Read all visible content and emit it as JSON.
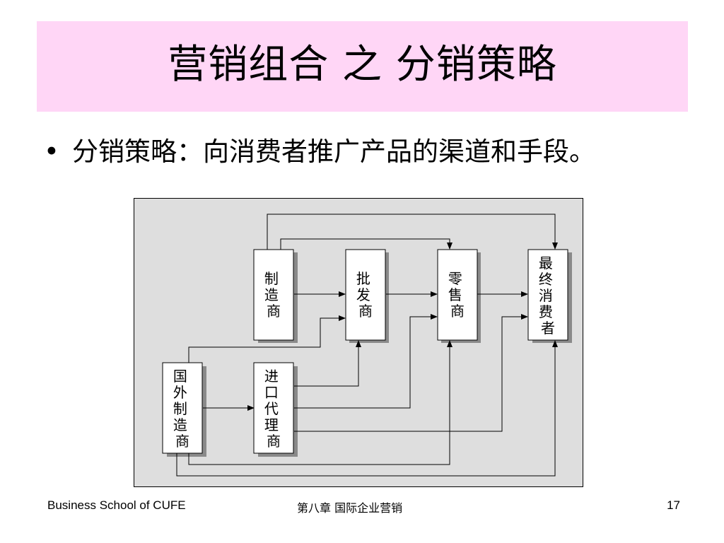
{
  "slide": {
    "title": "营销组合 之 分销策略",
    "bullet_text": "分销策略：向消费者推广产品的渠道和手段。"
  },
  "diagram": {
    "nodes": {
      "manufacturer": "制造商",
      "wholesaler": "批发商",
      "retailer": "零售商",
      "consumer": "最终消费者",
      "foreign_manufacturer": "国外制造商",
      "import_agent": "进口代理商"
    }
  },
  "footer": {
    "left": "Business School of CUFE",
    "center": "第八章 国际企业营销",
    "page_number": "17"
  },
  "colors": {
    "title_band": "#ffd6f6",
    "diagram_background": "#dedede",
    "box_shadow": "#8a8a8a"
  }
}
